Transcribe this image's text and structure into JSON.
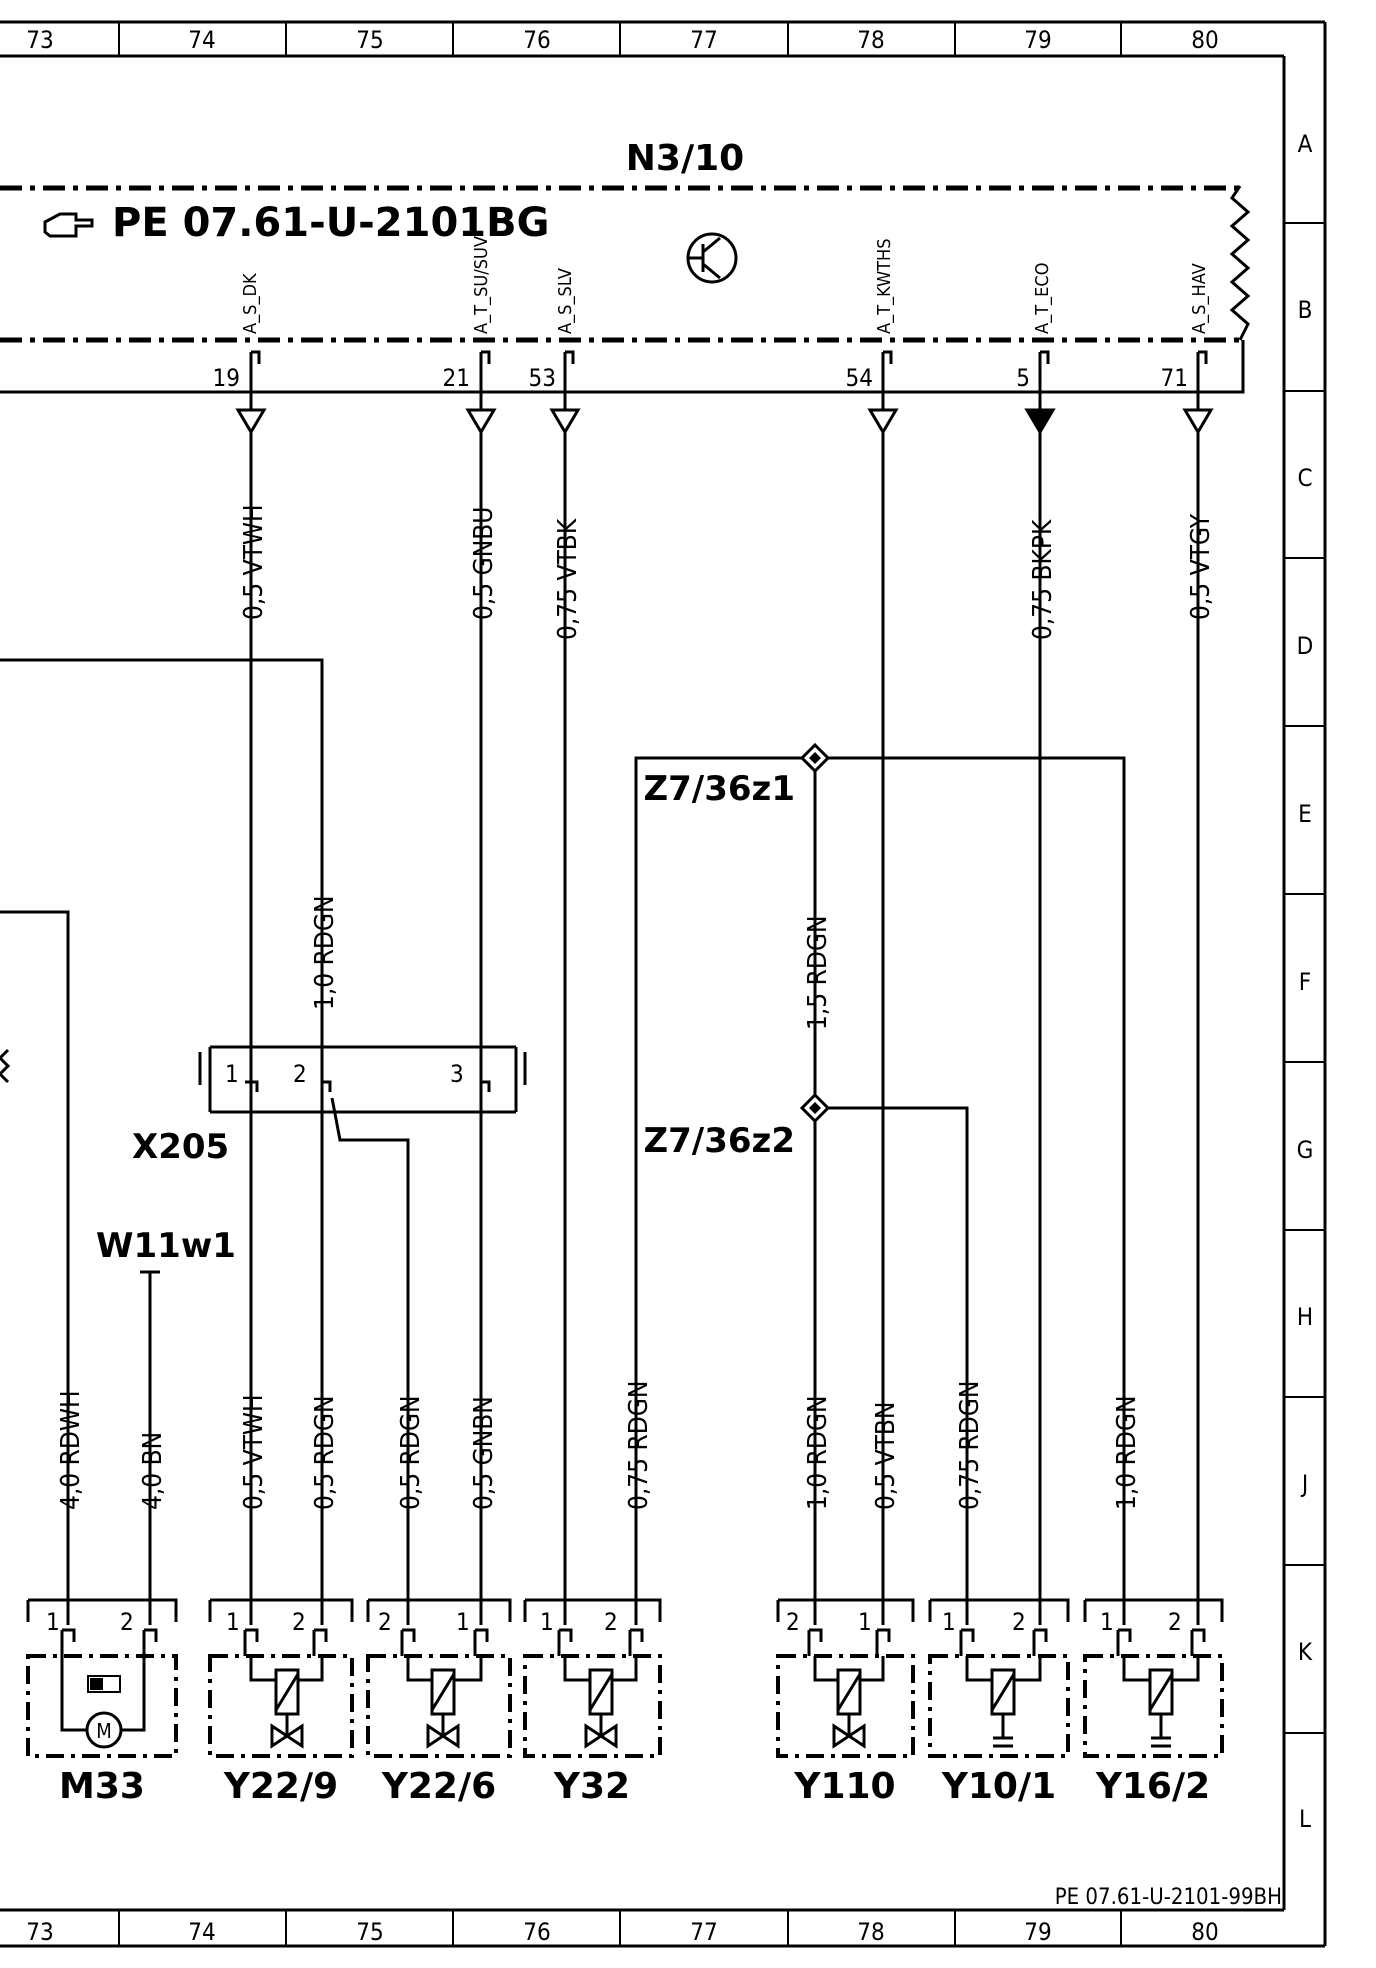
{
  "grid": {
    "columns": [
      "73",
      "74",
      "75",
      "76",
      "77",
      "78",
      "79",
      "80"
    ],
    "rows": [
      "A",
      "B",
      "C",
      "D",
      "E",
      "F",
      "G",
      "H",
      "J",
      "K",
      "L"
    ]
  },
  "control_unit": {
    "name": "N3/10",
    "reference": "PE 07.61-U-2101BG",
    "pins": [
      {
        "signal": "A_S_DK",
        "pin": "19"
      },
      {
        "signal": "A_T_SU/SUV",
        "pin": "21"
      },
      {
        "signal": "A_S_SLV",
        "pin": "53"
      },
      {
        "signal": "A_T_KWTHS",
        "pin": "54"
      },
      {
        "signal": "A_T_ECO",
        "pin": "5"
      },
      {
        "signal": "A_S_HAV",
        "pin": "71"
      }
    ]
  },
  "wires_upper": [
    "0,5 VTWH",
    "0,5 GNBU",
    "0,75 VTBK",
    "0,75 BKPK",
    "0,5 VTGY"
  ],
  "wires_mid": [
    "1,0 RDGN",
    "1,5 RDGN"
  ],
  "splices": [
    "Z7/36z1",
    "Z7/36z2"
  ],
  "connector_x205": {
    "name": "X205",
    "pins": [
      "1",
      "2",
      "3"
    ]
  },
  "ground_point": "W11w1",
  "wires_lower": [
    "4,0 RDWH",
    "4,0 BN",
    "0,5 VTWH",
    "0,5 RDGN",
    "0,5 RDGN",
    "0,5 GNBN",
    "0,75 RDGN",
    "1,0 RDGN",
    "0,5 VTBN",
    "0,75 RDGN",
    "1,0 RDGN"
  ],
  "components": [
    {
      "name": "M33",
      "pins": [
        "1",
        "2"
      ]
    },
    {
      "name": "Y22/9",
      "pins": [
        "1",
        "2"
      ]
    },
    {
      "name": "Y22/6",
      "pins": [
        "2",
        "1"
      ]
    },
    {
      "name": "Y32",
      "pins": [
        "1",
        "2"
      ]
    },
    {
      "name": "Y110",
      "pins": [
        "2",
        "1"
      ]
    },
    {
      "name": "Y10/1",
      "pins": [
        "1",
        "2"
      ]
    },
    {
      "name": "Y16/2",
      "pins": [
        "1",
        "2"
      ]
    }
  ],
  "motor_symbol": "M",
  "footer_reference": "PE 07.61-U-2101-99BH"
}
